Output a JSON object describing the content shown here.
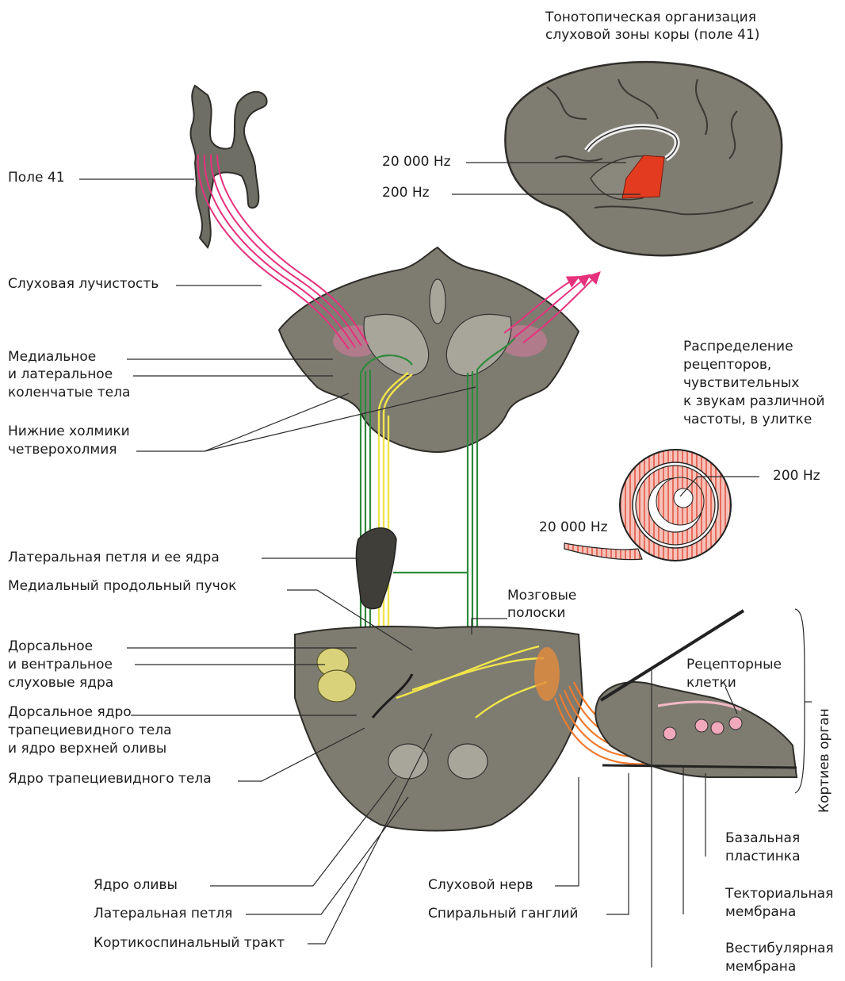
{
  "labels": {
    "tonotopic": [
      "Тонотопическая организация",
      "слуховой зоны коры (поле 41)"
    ],
    "hz20000_cortex": "20 000 Hz",
    "hz200_cortex": "200 Hz",
    "field41": "Поле 41",
    "radiation": "Слуховая лучистость",
    "geniculate": [
      "Медиальное",
      "и латеральное",
      "коленчатые тела"
    ],
    "colliculi": [
      "Нижние холмики",
      "четверохолмия"
    ],
    "distribution": [
      "Распределение",
      "рецепторов,",
      "чувствительных",
      "к звукам различной",
      "частоты, в улитке"
    ],
    "hz200_cochlea": "200 Hz",
    "hz20000_cochlea": "20 000 Hz",
    "lat_lemniscus_nuclei": "Латеральная петля и ее ядра",
    "mlf": "Медиальный продольный пучок",
    "striae": [
      "Мозговые",
      "полоски"
    ],
    "cochlear_nuclei": [
      "Дорсальное",
      "и вентральное",
      "слуховые ядра"
    ],
    "trapezoid_dorsal": [
      "Дорсальное ядро",
      "трапециевидного тела",
      "и ядро верхней оливы"
    ],
    "trapezoid_nucleus": "Ядро трапециевидного тела",
    "receptor_cells": [
      "Рецепторные",
      "клетки"
    ],
    "corti": "Кортиев орган",
    "olive": "Ядро оливы",
    "lat_lemniscus": "Латеральная петля",
    "corticospinal": "Кортикоспинальный тракт",
    "auditory_nerve": "Слуховой нерв",
    "spiral_ganglion": "Спиральный ганглий",
    "basilar": [
      "Базальная",
      "пластинка"
    ],
    "tectorial": [
      "Текториальная",
      "мембрана"
    ],
    "vestibular": [
      "Вестибулярная",
      "мембрана"
    ]
  },
  "colors": {
    "tissue": "#7d7b70",
    "tissue_dark": "#4f4d45",
    "tissue_light": "#a9a89c",
    "pink": "#e6327d",
    "green": "#2f8a3c",
    "yellow": "#f1e54a",
    "orange": "#ef7a2e",
    "red_area": "#e23b1f",
    "cochlea_red": "#ea5a4a"
  }
}
